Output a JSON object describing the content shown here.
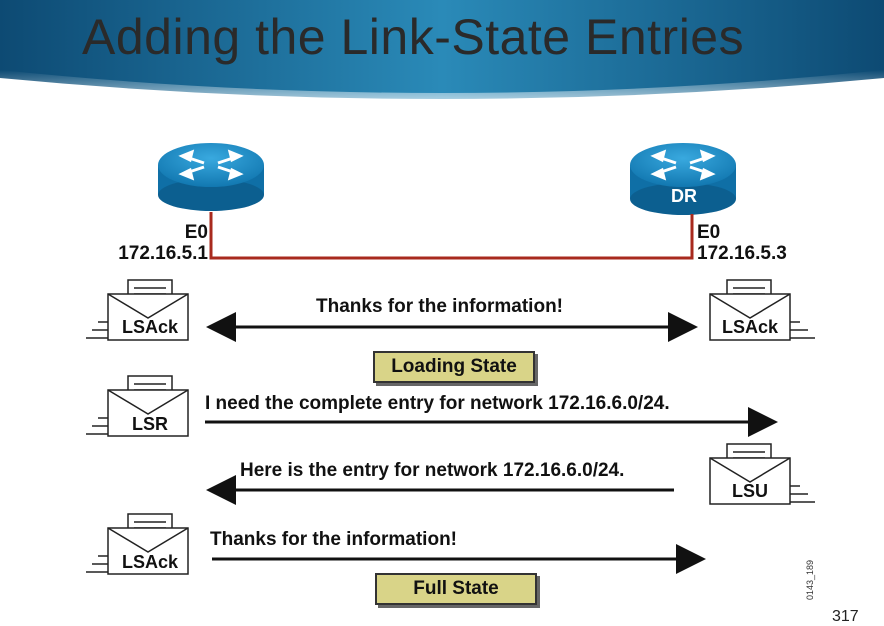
{
  "title": "Adding the Link-State Entries",
  "colors": {
    "banner": "#1a6f9a",
    "link": "#a82a1e",
    "state_box": "#d9d488",
    "router": "#1a8cc4"
  },
  "routers": {
    "left": {
      "label": "",
      "interface": "E0",
      "ip": "172.16.5.1"
    },
    "right": {
      "label": "DR",
      "interface": "E0",
      "ip": "172.16.5.3"
    }
  },
  "exchanges": [
    {
      "message": "Thanks for the information!",
      "direction": "both",
      "left_packet": "LSAck",
      "right_packet": "LSAck"
    },
    {
      "message": "I need the complete entry for network 172.16.6.0/24.",
      "direction": "right",
      "left_packet": "LSR",
      "right_packet": ""
    },
    {
      "message": "Here is the entry for network 172.16.6.0/24.",
      "direction": "left",
      "left_packet": "",
      "right_packet": "LSU"
    },
    {
      "message": "Thanks for the information!",
      "direction": "right",
      "left_packet": "LSAck",
      "right_packet": ""
    }
  ],
  "states": [
    "Loading State",
    "Full State"
  ],
  "figure_id": "0143_189",
  "page_number": "317"
}
